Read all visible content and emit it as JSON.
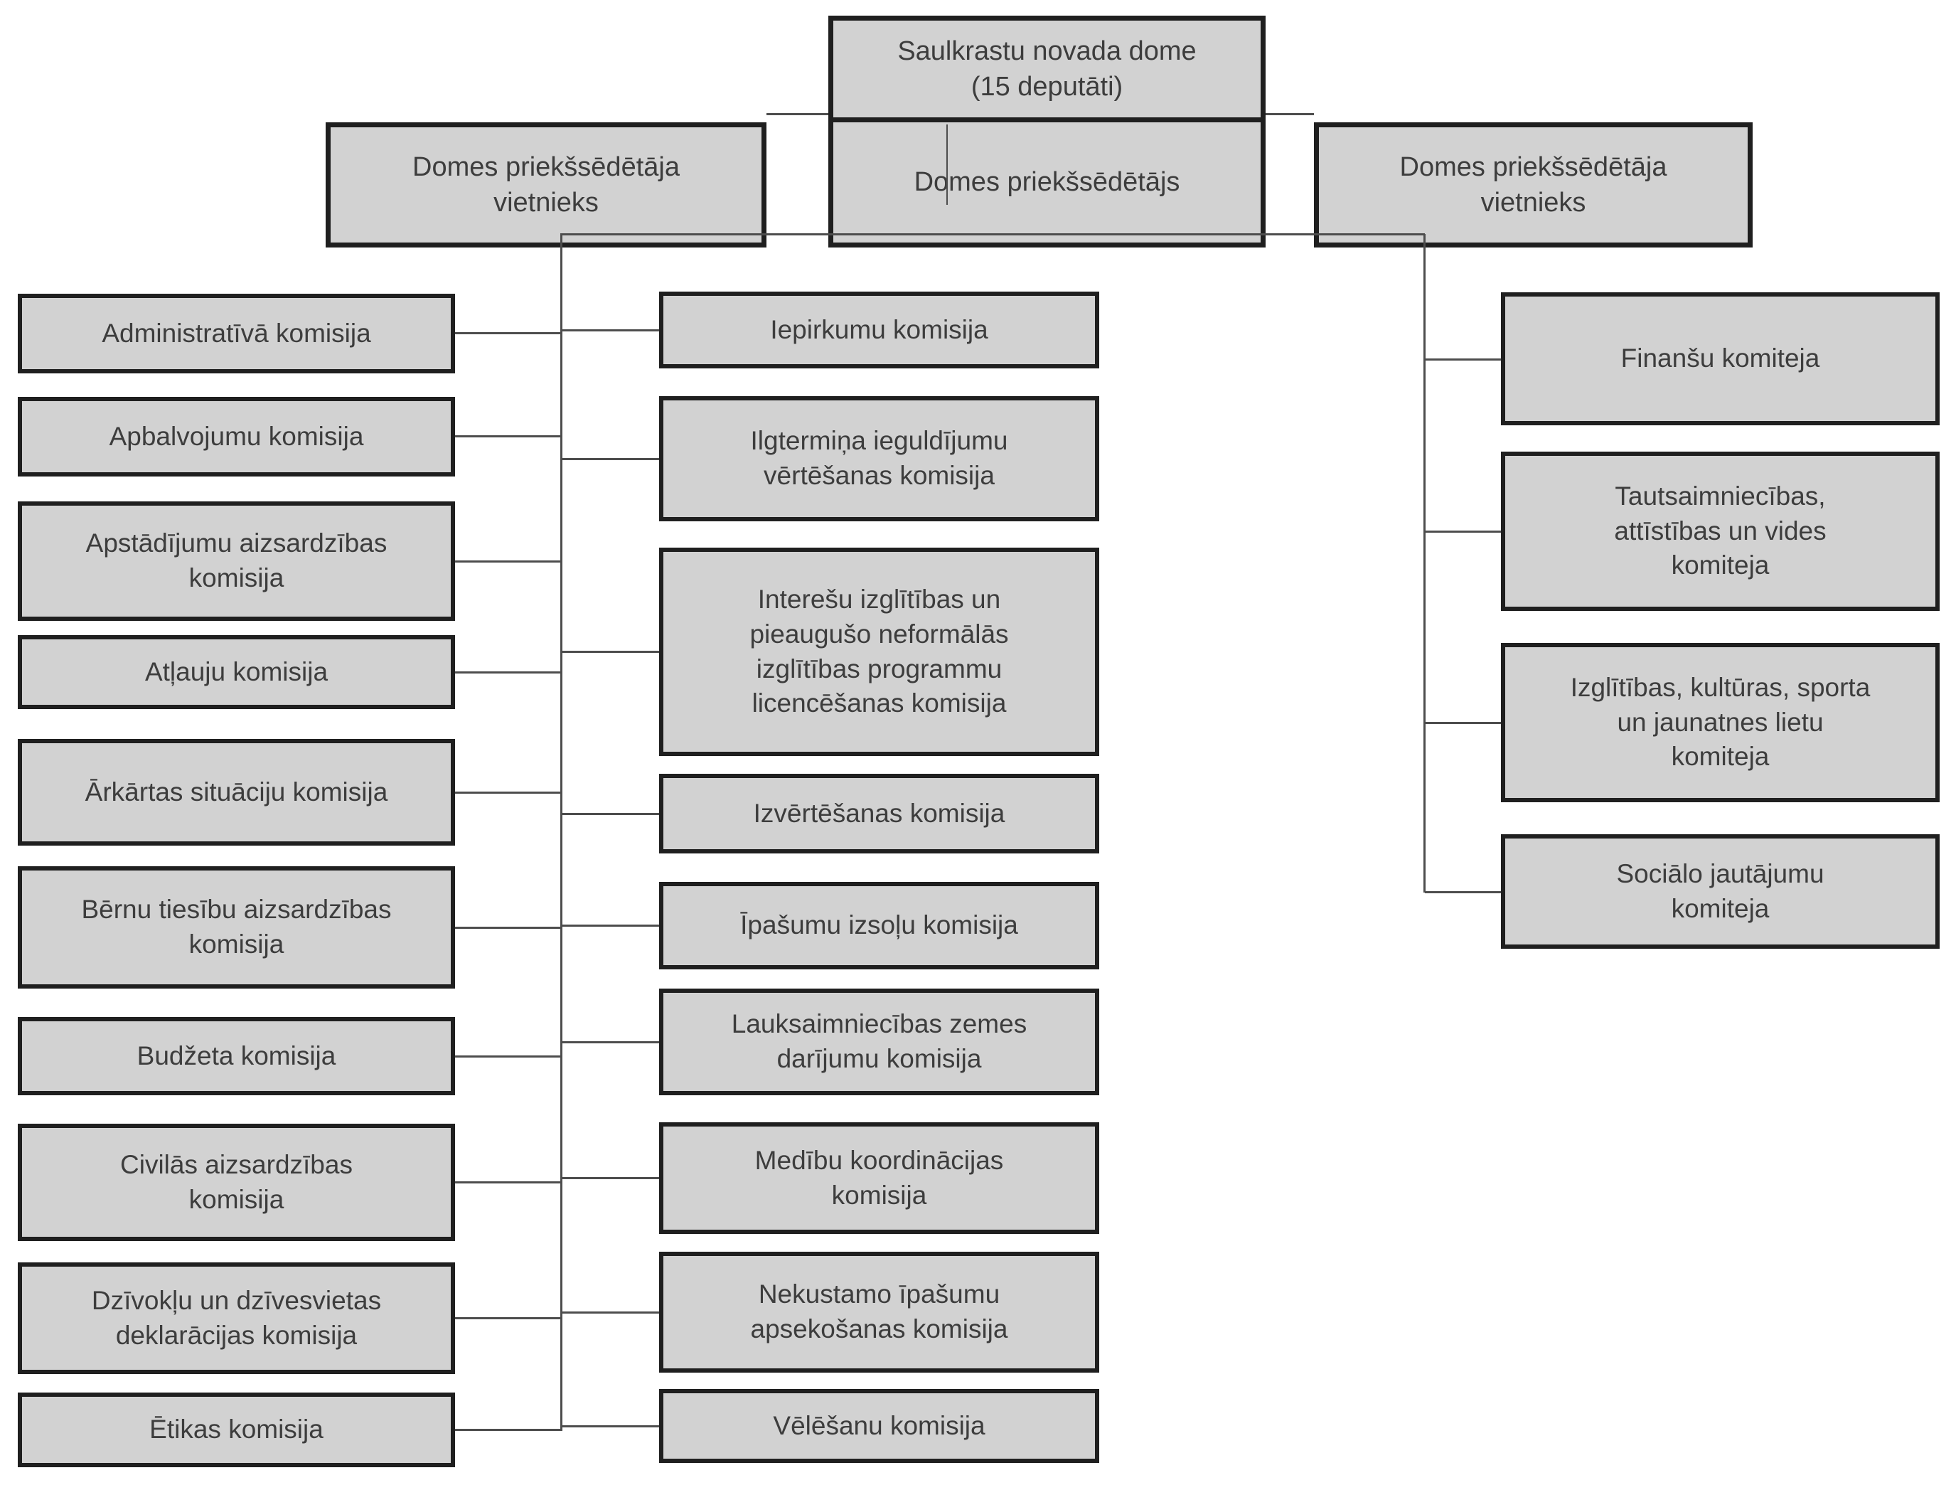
{
  "diagram_title": "Saulkrastu novada dome organizational chart",
  "nodes": {
    "root": "Saulkrastu novada dome\n(15 deputāti)",
    "chairman": "Domes priekšsēdētājs",
    "deputy_left": "Domes priekšsēdētāja\nvietnieks",
    "deputy_right": "Domes priekšsēdētāja\nvietnieks",
    "left_commissions": [
      "Administratīvā komisija",
      "Apbalvojumu komisija",
      "Apstādījumu aizsardzības\nkomisija",
      "Atļauju komisija",
      "Ārkārtas situāciju komisija",
      "Bērnu tiesību aizsardzības\nkomisija",
      "Budžeta komisija",
      "Civilās aizsardzības\nkomisija",
      "Dzīvokļu un dzīvesvietas\ndeklarācijas komisija",
      "Ētikas komisija"
    ],
    "middle_commissions": [
      "Iepirkumu komisija",
      "Ilgtermiņa ieguldījumu\nvērtēšanas komisija",
      "Interešu izglītības un\npieaugušo neformālās\nizglītības programmu\nlicencēšanas komisija",
      "Izvērtēšanas komisija",
      "Īpašumu izsoļu komisija",
      "Lauksaimniecības zemes\ndarījumu komisija",
      "Medību koordinācijas\nkomisija",
      "Nekustamo īpašumu\napsekošanas komisija",
      "Vēlēšanu komisija"
    ],
    "right_committees": [
      "Finanšu komiteja",
      "Tautsaimniecības,\nattīstības un vides\nkomiteja",
      "Izglītības, kultūras, sporta\nun jaunatnes lietu\nkomiteja",
      "Sociālo jautājumu\nkomiteja"
    ]
  },
  "colors": {
    "background": "#ffffff",
    "box_fill": "#d2d2d2",
    "box_border": "#1f1f1f",
    "connector": "#4d4d4d",
    "text": "#3d3d3d"
  }
}
